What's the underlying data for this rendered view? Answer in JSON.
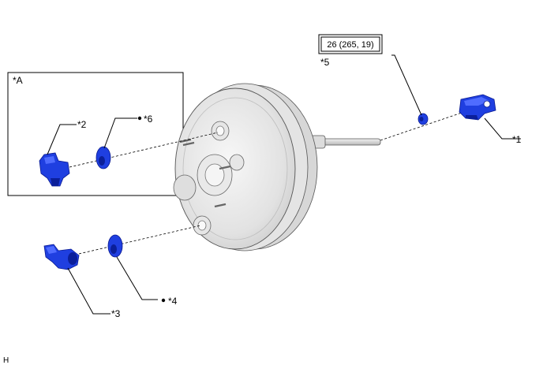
{
  "callouts": {
    "c1": "*1",
    "c2": "*2",
    "c3": "*3",
    "c4": "*4",
    "c5": "*5",
    "c6": "*6",
    "cA": "*A"
  },
  "torque": {
    "value": "26 (265, 19)"
  },
  "corner_mark": "H",
  "colors": {
    "part_blue": "#1f3fe0",
    "booster_gray": "#e6e6e6",
    "outline": "#000000"
  }
}
